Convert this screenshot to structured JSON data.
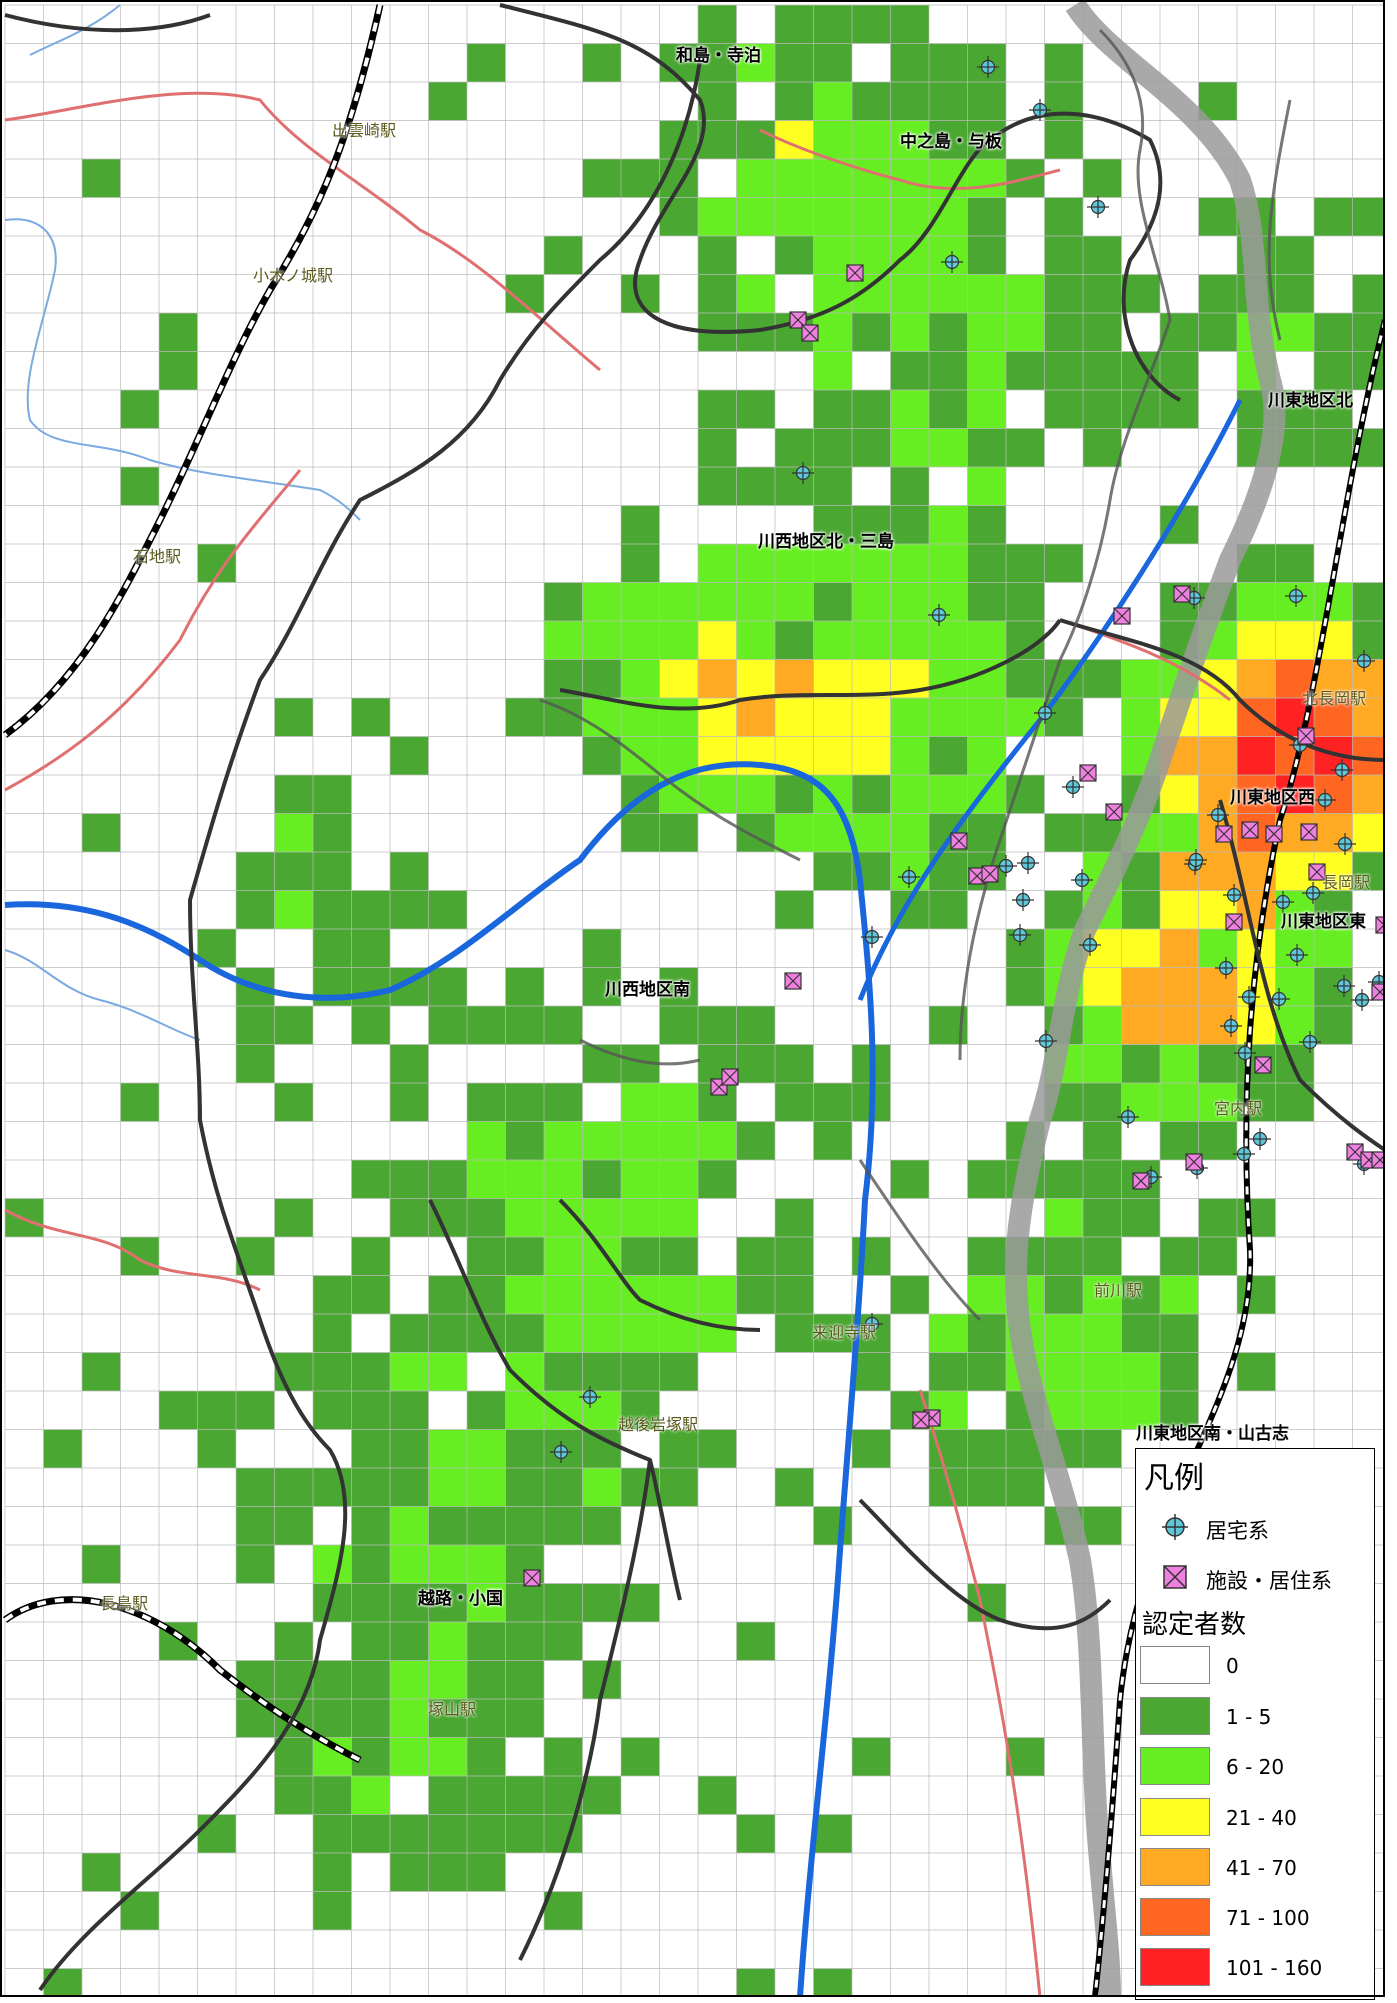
{
  "regions": {
    "wajima": "和島・寺泊",
    "nakanoshima": "中之島・与板",
    "kawanishi_north": "川西地区北・三島",
    "kawahigashi_north": "川東地区北",
    "kawahigashi_west": "川東地区西",
    "kawahigashi_east": "川東地区東",
    "kawanishi_south": "川西地区南",
    "koshiji": "越路・小国",
    "kawahigashi_south": "川東地区南・山古志"
  },
  "stations": {
    "izumozaki": "出雲崎駅",
    "kogishiro": "小木ノ城駅",
    "ishiji": "石地駅",
    "kitanagaoka": "北長岡駅",
    "nagaoka": "長岡駅",
    "miyauchi": "宮内駅",
    "maekawa": "前川駅",
    "raigoji": "来迎寺駅",
    "echigo_iwatsuka": "越後岩塚駅",
    "nagatori": "長鳥駅",
    "tsukayama": "塚山駅"
  },
  "legend": {
    "title": "凡例",
    "symbols": [
      {
        "label": "居宅系",
        "icon": "home-care-marker-icon",
        "color": "#5ec8d8"
      },
      {
        "label": "施設・居住系",
        "icon": "facility-marker-icon",
        "color": "#f080e0"
      }
    ],
    "count_title": "認定者数",
    "classes": [
      {
        "label": "0",
        "color": "#ffffff"
      },
      {
        "label": "1 - 5",
        "color": "#4aa832"
      },
      {
        "label": "6 - 20",
        "color": "#66ee22"
      },
      {
        "label": "21 - 40",
        "color": "#ffff22"
      },
      {
        "label": "41 - 70",
        "color": "#ffaa22"
      },
      {
        "label": "71 - 100",
        "color": "#ff6622"
      },
      {
        "label": "101 - 160",
        "color": "#ff2222"
      }
    ]
  },
  "colors": {
    "grid_line": "#bbbbbb",
    "boundary": "#000000",
    "district_boundary": "#555555",
    "railway": "#000000",
    "road_red": "#e07070",
    "expressway": "#1a66dd",
    "river": "#9a9a9a",
    "water_line": "#7aaae0"
  }
}
